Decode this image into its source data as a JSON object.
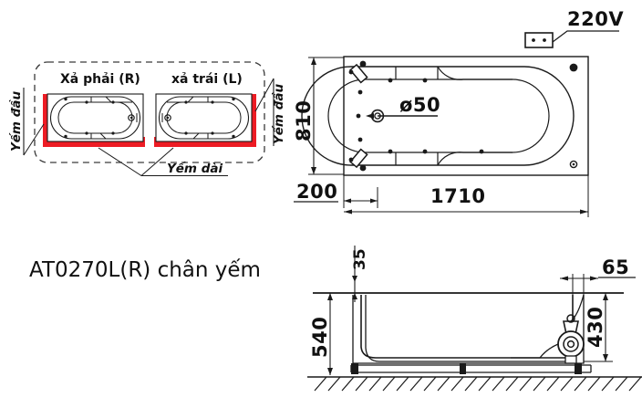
{
  "drawing": {
    "model_label": "AT0270L(R) chân yếm",
    "variant_panel": {
      "heading_right_drain": "Xả phải (R)",
      "heading_left_drain": "xả trái (L)",
      "label_head_apron_left": "Yếm đầu",
      "label_head_apron_right": "Yếm đầu",
      "label_long_apron": "Yếm dài",
      "apron_color": "#ed1c24"
    },
    "plan_view": {
      "dim_width": "1710",
      "dim_depth": "810",
      "dim_offset": "200",
      "drain_callout": "ø50",
      "power_label": "220V",
      "power_icon": "socket-icon"
    },
    "section_view": {
      "dim_rim_thickness": "35",
      "dim_total_height": "540",
      "dim_pump_height": "430",
      "dim_pump_offset": "65",
      "pump_icon": "pump-motor-icon",
      "floor_icon": "floor-hatch-icon"
    }
  }
}
